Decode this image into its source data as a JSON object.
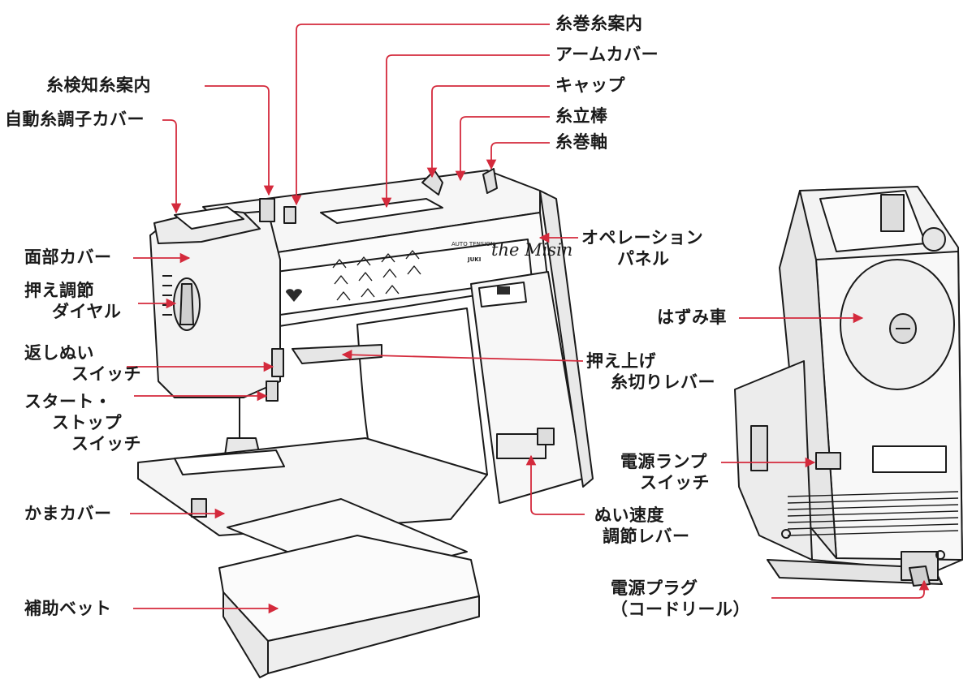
{
  "brand": {
    "model_name": "the Misin",
    "small_caption": "AUTO TENSION",
    "maker": "JUKI"
  },
  "labels": {
    "bobbin_winder_guide": "糸巻糸案内",
    "arm_cover": "アームカバー",
    "thread_sensor_guide": "糸検知糸案内",
    "cap": "キャップ",
    "auto_tension_cover": "自動糸調子カバー",
    "spool_pin": "糸立棒",
    "bobbin_winder_spindle": "糸巻軸",
    "face_cover": "面部カバー",
    "operation_panel_1": "オペレーション",
    "operation_panel_2": "パネル",
    "pressure_dial_1": "押え調節",
    "pressure_dial_2": "ダイヤル",
    "handwheel": "はずみ車",
    "reverse_switch_1": "返しぬい",
    "reverse_switch_2": "スイッチ",
    "presser_lever_1": "押え上げ",
    "presser_lever_2": "糸切りレバー",
    "start_stop_1": "スタート・",
    "start_stop_2": "ストップ",
    "start_stop_3": "スイッチ",
    "power_lamp_1": "電源ランプ",
    "power_lamp_2": "スイッチ",
    "hook_cover": "かまカバー",
    "speed_lever_1": "ぬい速度",
    "speed_lever_2": "調節レバー",
    "power_plug_1": "電源プラグ",
    "power_plug_2": "（コードリール）",
    "extension_table": "補助ベット"
  },
  "colors": {
    "leader": "#d42a3c",
    "outline": "#1a1a1a",
    "body_shade": "#f4f4f4",
    "dark_panel": "#2b2b2b"
  }
}
